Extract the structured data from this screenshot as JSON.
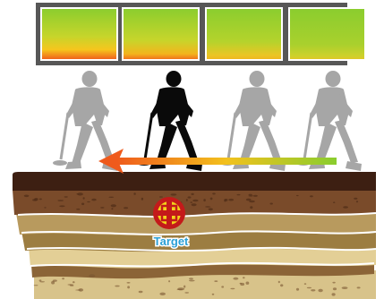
{
  "signal_panels": [
    {
      "id": 1,
      "colors": [
        "#8acd2e",
        "#c7d52b",
        "#f6c61d",
        "#ef5a1c"
      ],
      "stops": [
        0,
        0.55,
        0.8,
        1
      ]
    },
    {
      "id": 2,
      "colors": [
        "#8acd2e",
        "#c7d52b",
        "#f3b51d",
        "#ef6a1c"
      ],
      "stops": [
        0,
        0.62,
        0.88,
        1
      ]
    },
    {
      "id": 3,
      "colors": [
        "#8acd2e",
        "#b5d32c",
        "#e9c624",
        "#f0b41f"
      ],
      "stops": [
        0,
        0.65,
        0.9,
        1
      ]
    },
    {
      "id": 4,
      "colors": [
        "#8acd2e",
        "#a9d02d",
        "#cdd12b",
        "#e3c327"
      ],
      "stops": [
        0,
        0.7,
        0.92,
        1
      ]
    }
  ],
  "walkers": [
    {
      "id": 1,
      "color": "#a6a6a6"
    },
    {
      "id": 2,
      "color": "#0a0a0a"
    },
    {
      "id": 3,
      "color": "#a6a6a6"
    },
    {
      "id": 4,
      "color": "#a6a6a6"
    }
  ],
  "direction_arrow": {
    "start_color": "#8acd2e",
    "mid_color": "#f2c11d",
    "end_color": "#ef5a1c"
  },
  "target": {
    "label": "Target",
    "label_color": "#2a9fd6",
    "ring_color": "#c41a1a",
    "fill_color": "#f2d21a"
  },
  "ground": {
    "surface_color": "#3d1f12",
    "layers": [
      "#7a4b2a",
      "#b89a5e",
      "#9c7d41",
      "#e3cf96",
      "#8b6437",
      "#d8c38a"
    ]
  }
}
